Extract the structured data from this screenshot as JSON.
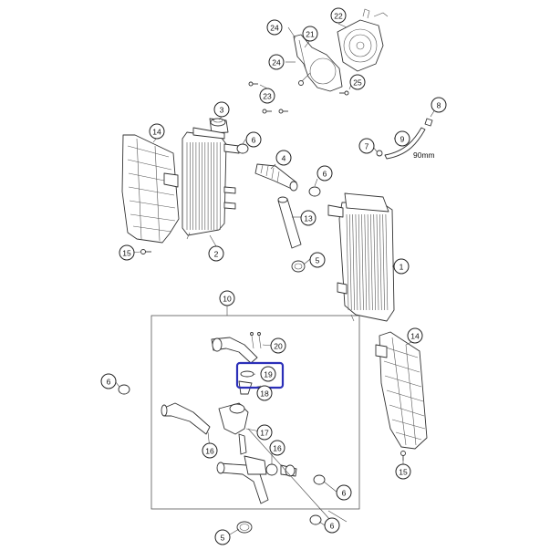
{
  "callouts": {
    "c1": "1",
    "c2": "2",
    "c3": "3",
    "c4": "4",
    "c5a": "5",
    "c5b": "5",
    "c6a": "6",
    "c6b": "6",
    "c6c": "6",
    "c6d": "6",
    "c6e": "6",
    "c6f": "6",
    "c7": "7",
    "c8": "8",
    "c9": "9",
    "c10": "10",
    "c13": "13",
    "c14a": "14",
    "c14b": "14",
    "c15a": "15",
    "c15b": "15",
    "c16a": "16",
    "c16b": "16",
    "c17": "17",
    "c18": "18",
    "c19": "19",
    "c20": "20",
    "c21": "21",
    "c22": "22",
    "c23": "23",
    "c24a": "24",
    "c24b": "24",
    "c25": "25"
  },
  "hose_length_note": "90mm",
  "highlight_color": "#2b2fb8"
}
